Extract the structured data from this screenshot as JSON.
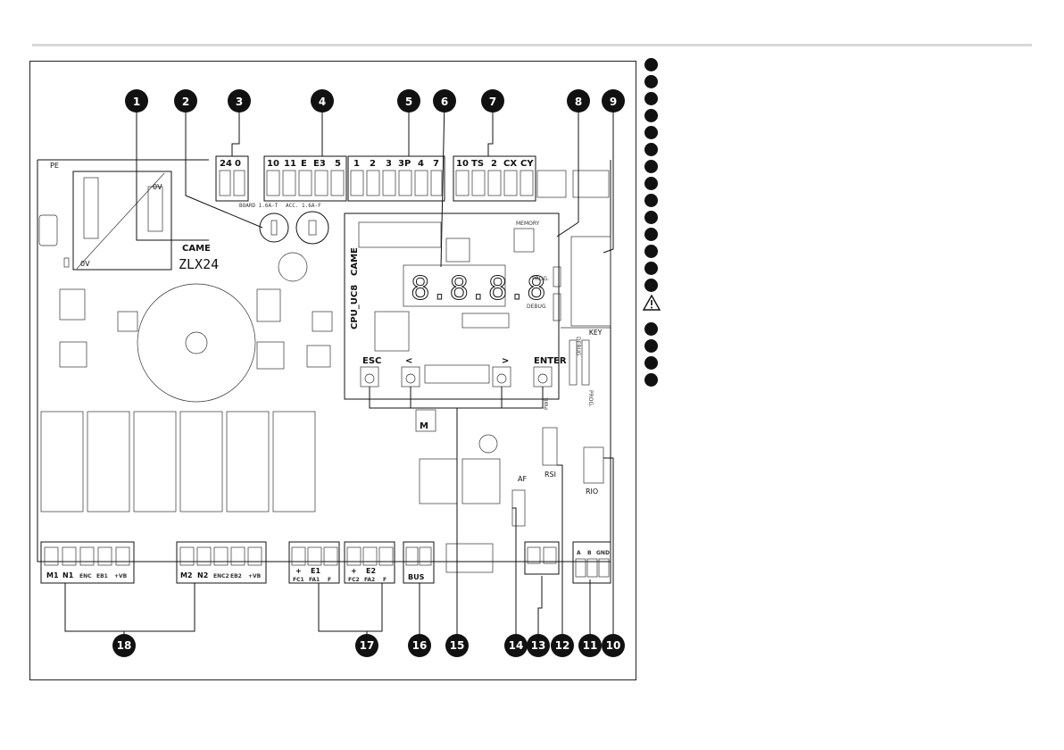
{
  "diagram": {
    "callouts": [
      "1",
      "2",
      "3",
      "4",
      "5",
      "6",
      "7",
      "8",
      "9",
      "10",
      "11",
      "12",
      "13",
      "14",
      "15",
      "16",
      "17",
      "18"
    ],
    "top_terminals": {
      "power": [
        "24",
        "0"
      ],
      "accessories": [
        "10",
        "11",
        "E",
        "E3",
        "5"
      ],
      "commands": [
        "1",
        "2",
        "3",
        "3P",
        "4",
        "7"
      ],
      "safety": [
        "10",
        "TS",
        "2",
        "CX",
        "CY"
      ]
    },
    "bottom_terminals": {
      "motor1": [
        "M1",
        "N1",
        "ENC",
        "EB1",
        "+VB"
      ],
      "motor2": [
        "M2",
        "N2",
        "ENC2",
        "EB2",
        "+VB"
      ],
      "limit1_top": "+",
      "limit1_e": "E1",
      "limit1_bottom": [
        "FC1",
        "FA1",
        "F"
      ],
      "limit2_top": "+",
      "limit2_e": "E2",
      "limit2_bottom": [
        "FC2",
        "FA2",
        "F"
      ],
      "bus": "BUS",
      "rs485": [
        "A",
        "B",
        "GND"
      ]
    },
    "labels": {
      "pe": "PE",
      "ov1": "0V",
      "ov2": "0V",
      "fuse_board": "BOARD 1.6A-T",
      "fuse_acc": "ACC. 1.6A-F",
      "brand_board": "CAME",
      "model": "ZLX24",
      "cpu_brand": "CAME",
      "cpu_model": "CPU_UC8",
      "display": "8.8.8.8",
      "memory": "MEMORY",
      "prog": "PROG.",
      "debug": "DEBUG",
      "key": "KEY",
      "esc": "ESC",
      "left": "<",
      "right": ">",
      "enter": "ENTER",
      "rsi": "RSI",
      "pwr": "PWR",
      "rio": "RIO",
      "af": "AF",
      "m": "M",
      "debug_vert": "DEBUG",
      "prog_vert": "PROG."
    }
  },
  "legend": {
    "count_top": 14,
    "count_bottom": 4
  }
}
